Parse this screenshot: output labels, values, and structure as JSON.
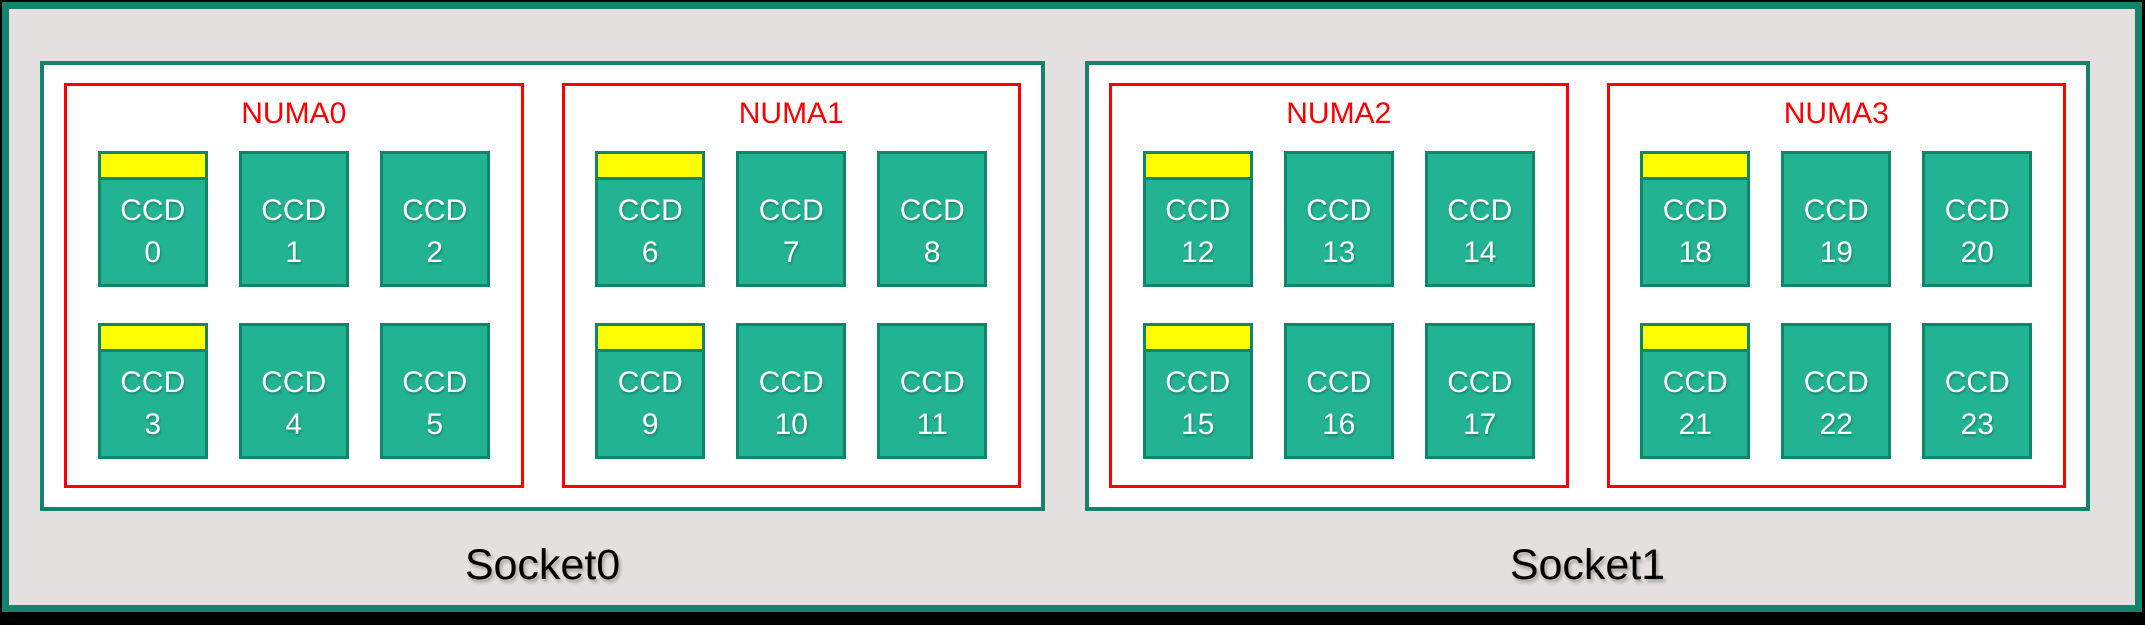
{
  "colors": {
    "background": "#E5E0E0",
    "outer_border": "#17826B",
    "cell_fill": "#22B392",
    "cell_border": "#0F866A",
    "numa_border": "#FF0000",
    "highlight": "#FFFF00",
    "label_black": "#000000"
  },
  "sockets": [
    {
      "label": "Socket0",
      "numas": [
        {
          "label": "NUMA0",
          "ccds": [
            {
              "name": "CCD",
              "number": "0",
              "highlighted": true
            },
            {
              "name": "CCD",
              "number": "1",
              "highlighted": false
            },
            {
              "name": "CCD",
              "number": "2",
              "highlighted": false
            },
            {
              "name": "CCD",
              "number": "3",
              "highlighted": true
            },
            {
              "name": "CCD",
              "number": "4",
              "highlighted": false
            },
            {
              "name": "CCD",
              "number": "5",
              "highlighted": false
            }
          ]
        },
        {
          "label": "NUMA1",
          "ccds": [
            {
              "name": "CCD",
              "number": "6",
              "highlighted": true
            },
            {
              "name": "CCD",
              "number": "7",
              "highlighted": false
            },
            {
              "name": "CCD",
              "number": "8",
              "highlighted": false
            },
            {
              "name": "CCD",
              "number": "9",
              "highlighted": true
            },
            {
              "name": "CCD",
              "number": "10",
              "highlighted": false
            },
            {
              "name": "CCD",
              "number": "11",
              "highlighted": false
            }
          ]
        }
      ]
    },
    {
      "label": "Socket1",
      "numas": [
        {
          "label": "NUMA2",
          "ccds": [
            {
              "name": "CCD",
              "number": "12",
              "highlighted": true
            },
            {
              "name": "CCD",
              "number": "13",
              "highlighted": false
            },
            {
              "name": "CCD",
              "number": "14",
              "highlighted": false
            },
            {
              "name": "CCD",
              "number": "15",
              "highlighted": true
            },
            {
              "name": "CCD",
              "number": "16",
              "highlighted": false
            },
            {
              "name": "CCD",
              "number": "17",
              "highlighted": false
            }
          ]
        },
        {
          "label": "NUMA3",
          "ccds": [
            {
              "name": "CCD",
              "number": "18",
              "highlighted": true
            },
            {
              "name": "CCD",
              "number": "19",
              "highlighted": false
            },
            {
              "name": "CCD",
              "number": "20",
              "highlighted": false
            },
            {
              "name": "CCD",
              "number": "21",
              "highlighted": true
            },
            {
              "name": "CCD",
              "number": "22",
              "highlighted": false
            },
            {
              "name": "CCD",
              "number": "23",
              "highlighted": false
            }
          ]
        }
      ]
    }
  ]
}
